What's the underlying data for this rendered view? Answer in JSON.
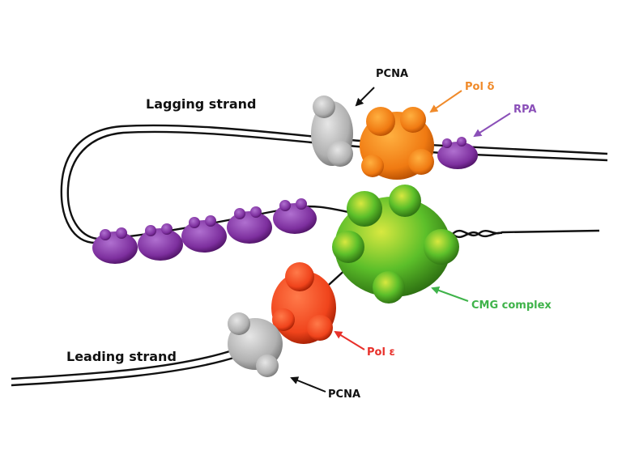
{
  "figure": {
    "title": "DNA replication fork (replisome) schematic",
    "labels": {
      "lagging_strand": "Lagging strand",
      "leading_strand": "Leading strand",
      "pcna_top": "PCNA",
      "pcna_bottom": "PCNA",
      "pol_delta": "Pol δ",
      "pol_epsilon": "Pol ε",
      "rpa": "RPA",
      "cmg_complex": "CMG complex"
    },
    "colors": {
      "pcna": "#b5b5b5",
      "pol_delta": "#f07a12",
      "pol_epsilon": "#f0441c",
      "rpa": "#7d2f9e",
      "cmg": "#5cbf2a",
      "dna": "#111111",
      "label_pol_delta": "#f08a2a",
      "label_pol_epsilon": "#e8302a",
      "label_rpa": "#8a4fb8",
      "label_cmg": "#3fb34a",
      "label_black": "#111111"
    },
    "components": [
      {
        "name": "PCNA",
        "count": 2,
        "location": "lagging strand and leading strand"
      },
      {
        "name": "Pol δ",
        "count": 1,
        "location": "lagging strand"
      },
      {
        "name": "Pol ε",
        "count": 1,
        "location": "leading strand"
      },
      {
        "name": "RPA",
        "count": 6,
        "location": "single-stranded lagging template"
      },
      {
        "name": "CMG complex",
        "count": 1,
        "location": "fork junction, encircling leading strand template"
      }
    ]
  }
}
